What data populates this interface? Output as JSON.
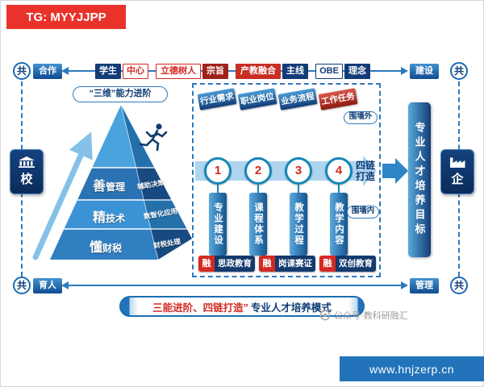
{
  "header": {
    "tg_banner": "TG: MYYJJPP"
  },
  "top_flow": {
    "left_circle": "共",
    "left_label": "合作",
    "right_label": "建设",
    "right_circle": "共",
    "badges": [
      {
        "label": "学生"
      },
      {
        "label": "中心"
      },
      {
        "label": "立德树人"
      },
      {
        "label": "宗旨"
      },
      {
        "label": "产教融合"
      },
      {
        "label": "主线"
      },
      {
        "label": "OBE"
      },
      {
        "label": "理念"
      }
    ]
  },
  "bottom_flow": {
    "left_circle": "共",
    "left_label": "育人",
    "right_label": "管理",
    "right_circle": "共"
  },
  "side": {
    "school": "校",
    "enterprise": "企"
  },
  "pyramid": {
    "title": "“三维”能力进阶",
    "levels": [
      {
        "front_big": "善",
        "front_rest": "管理",
        "side": "辅助决策"
      },
      {
        "front_big": "精",
        "front_rest": "技术",
        "side": "数智化应用"
      },
      {
        "front_big": "懂",
        "front_rest": "财税",
        "side": "财税处理"
      }
    ]
  },
  "process": {
    "outside_wall": "围墙外",
    "inside_wall": "围墙内",
    "chain_line1": "四链",
    "chain_line2": "打造",
    "columns": [
      {
        "source": "行业需求",
        "num": "1",
        "target": "专业建设"
      },
      {
        "source": "职业岗位",
        "num": "2",
        "target": "课程体系"
      },
      {
        "source": "业务流程",
        "num": "3",
        "target": "教学过程"
      },
      {
        "source": "工作任务",
        "num": "4",
        "target": "教学内容"
      }
    ],
    "fusions": [
      {
        "prefix": "融",
        "label": "思政教育"
      },
      {
        "prefix": "融",
        "label": "岗课赛证"
      },
      {
        "prefix": "融",
        "label": "双创教育"
      }
    ]
  },
  "goal_banner": "专业人才培养目标",
  "bottom_banner": {
    "highlight": "三能进阶、四链打造”",
    "rest": "专业人才培养模式"
  },
  "watermark": "公众号·教科研融汇",
  "url": "www.hnjzerp.cn"
}
